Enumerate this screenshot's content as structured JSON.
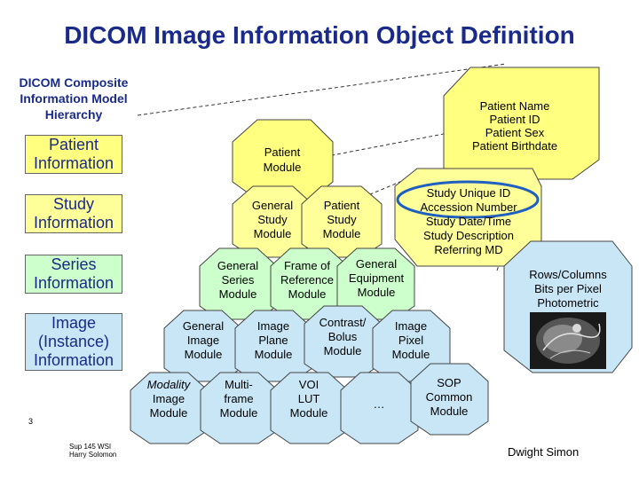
{
  "title": "DICOM Image Information Object Definition",
  "hierarchy": {
    "title_lines": [
      "DICOM Composite",
      "Information Model",
      "Hierarchy"
    ],
    "levels": [
      {
        "lines": [
          "Patient",
          "Information"
        ],
        "color": "#ffff80"
      },
      {
        "lines": [
          "Study",
          "Information"
        ],
        "color": "#ffff99"
      },
      {
        "lines": [
          "Series",
          "Information"
        ],
        "color": "#ccffcc"
      },
      {
        "lines": [
          "Image",
          "(Instance)",
          "Information"
        ],
        "color": "#c9e6f7"
      }
    ]
  },
  "modules": [
    {
      "id": "patient-module",
      "lines": [
        "Patient",
        "Module"
      ],
      "color": "#ffff80"
    },
    {
      "id": "general-study-module",
      "lines": [
        "General",
        "Study",
        "Module"
      ],
      "color": "#ffff99"
    },
    {
      "id": "patient-study-module",
      "lines": [
        "Patient",
        "Study",
        "Module"
      ],
      "color": "#ffff99"
    },
    {
      "id": "general-series-module",
      "lines": [
        "General",
        "Series",
        "Module"
      ],
      "color": "#ccffcc"
    },
    {
      "id": "frame-of-reference-module",
      "lines": [
        "Frame of",
        "Reference",
        "Module"
      ],
      "color": "#ccffcc"
    },
    {
      "id": "general-equipment-module",
      "lines": [
        "General",
        "Equipment",
        "Module"
      ],
      "color": "#ccffcc"
    },
    {
      "id": "general-image-module",
      "lines": [
        "General",
        "Image",
        "Module"
      ],
      "color": "#c9e6f7"
    },
    {
      "id": "image-plane-module",
      "lines": [
        "Image",
        "Plane",
        "Module"
      ],
      "color": "#c9e6f7"
    },
    {
      "id": "contrast-bolus-module",
      "lines": [
        "Contrast/",
        "Bolus",
        "Module"
      ],
      "color": "#c9e6f7"
    },
    {
      "id": "image-pixel-module",
      "lines": [
        "Image",
        "Pixel",
        "Module"
      ],
      "color": "#c9e6f7"
    },
    {
      "id": "modality-image-module",
      "lines": [
        "Modality",
        "Image",
        "Module"
      ],
      "color": "#c9e6f7"
    },
    {
      "id": "multiframe-module",
      "lines": [
        "Multi-",
        "frame",
        "Module"
      ],
      "color": "#c9e6f7"
    },
    {
      "id": "voi-lut-module",
      "lines": [
        "VOI",
        "LUT",
        "Module"
      ],
      "color": "#c9e6f7"
    },
    {
      "id": "ellipsis-module",
      "lines": [
        "…"
      ],
      "color": "#c9e6f7"
    },
    {
      "id": "sop-common-module",
      "lines": [
        "SOP",
        "Common",
        "Module"
      ],
      "color": "#c9e6f7"
    }
  ],
  "attributes": {
    "patient": [
      "Patient Name",
      "Patient ID",
      "Patient Sex",
      "Patient Birthdate"
    ],
    "study": [
      "Study Unique ID",
      "Accession Number",
      "Study Date/Time",
      "Study Description",
      "Referring MD"
    ],
    "image": [
      "Rows/Columns",
      "Bits per Pixel",
      "Photometric"
    ]
  },
  "footer": {
    "page": "3",
    "ref_lines": [
      "Sup 145 WSI",
      "Harry Solomon"
    ],
    "author": "Dwight Simon"
  },
  "colors": {
    "title": "#1a2a8a",
    "highlight_ellipse": "#1f5fbf",
    "patient": "#ffff80",
    "study": "#ffff99",
    "series": "#ccffcc",
    "image": "#c9e6f7"
  }
}
